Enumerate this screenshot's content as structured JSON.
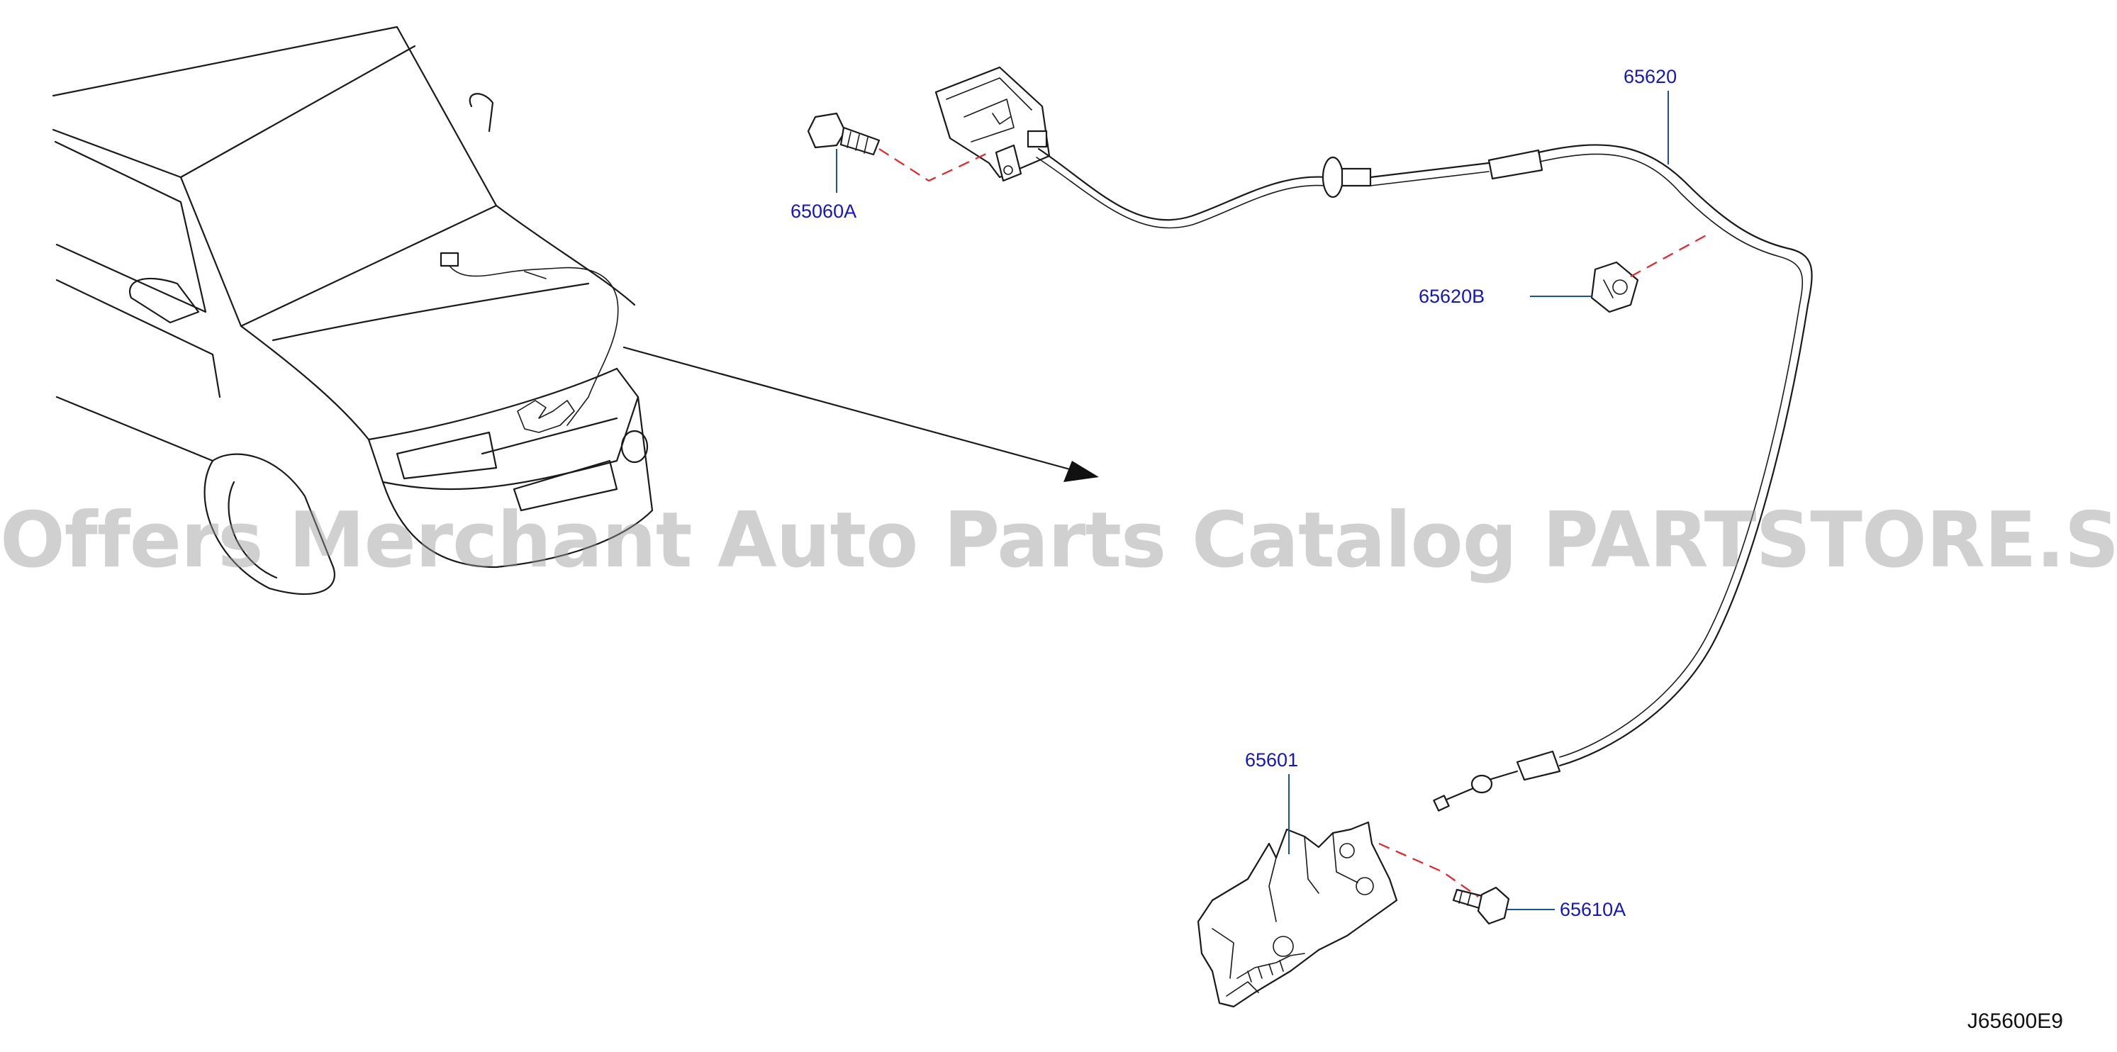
{
  "parts": {
    "bolt_top": "65060A",
    "cable": "65620",
    "clip": "65620B",
    "lock": "65601",
    "bolt_bottom": "65610A"
  },
  "diagram_code": "J65600E9",
  "watermark": "Offers Merchant Auto Parts Catalog PARTSTORE.SA",
  "colors": {
    "label": "#1515c8",
    "leader": "#1c4fa0",
    "dashed_line": "#e8232a",
    "watermark": "#969696"
  }
}
